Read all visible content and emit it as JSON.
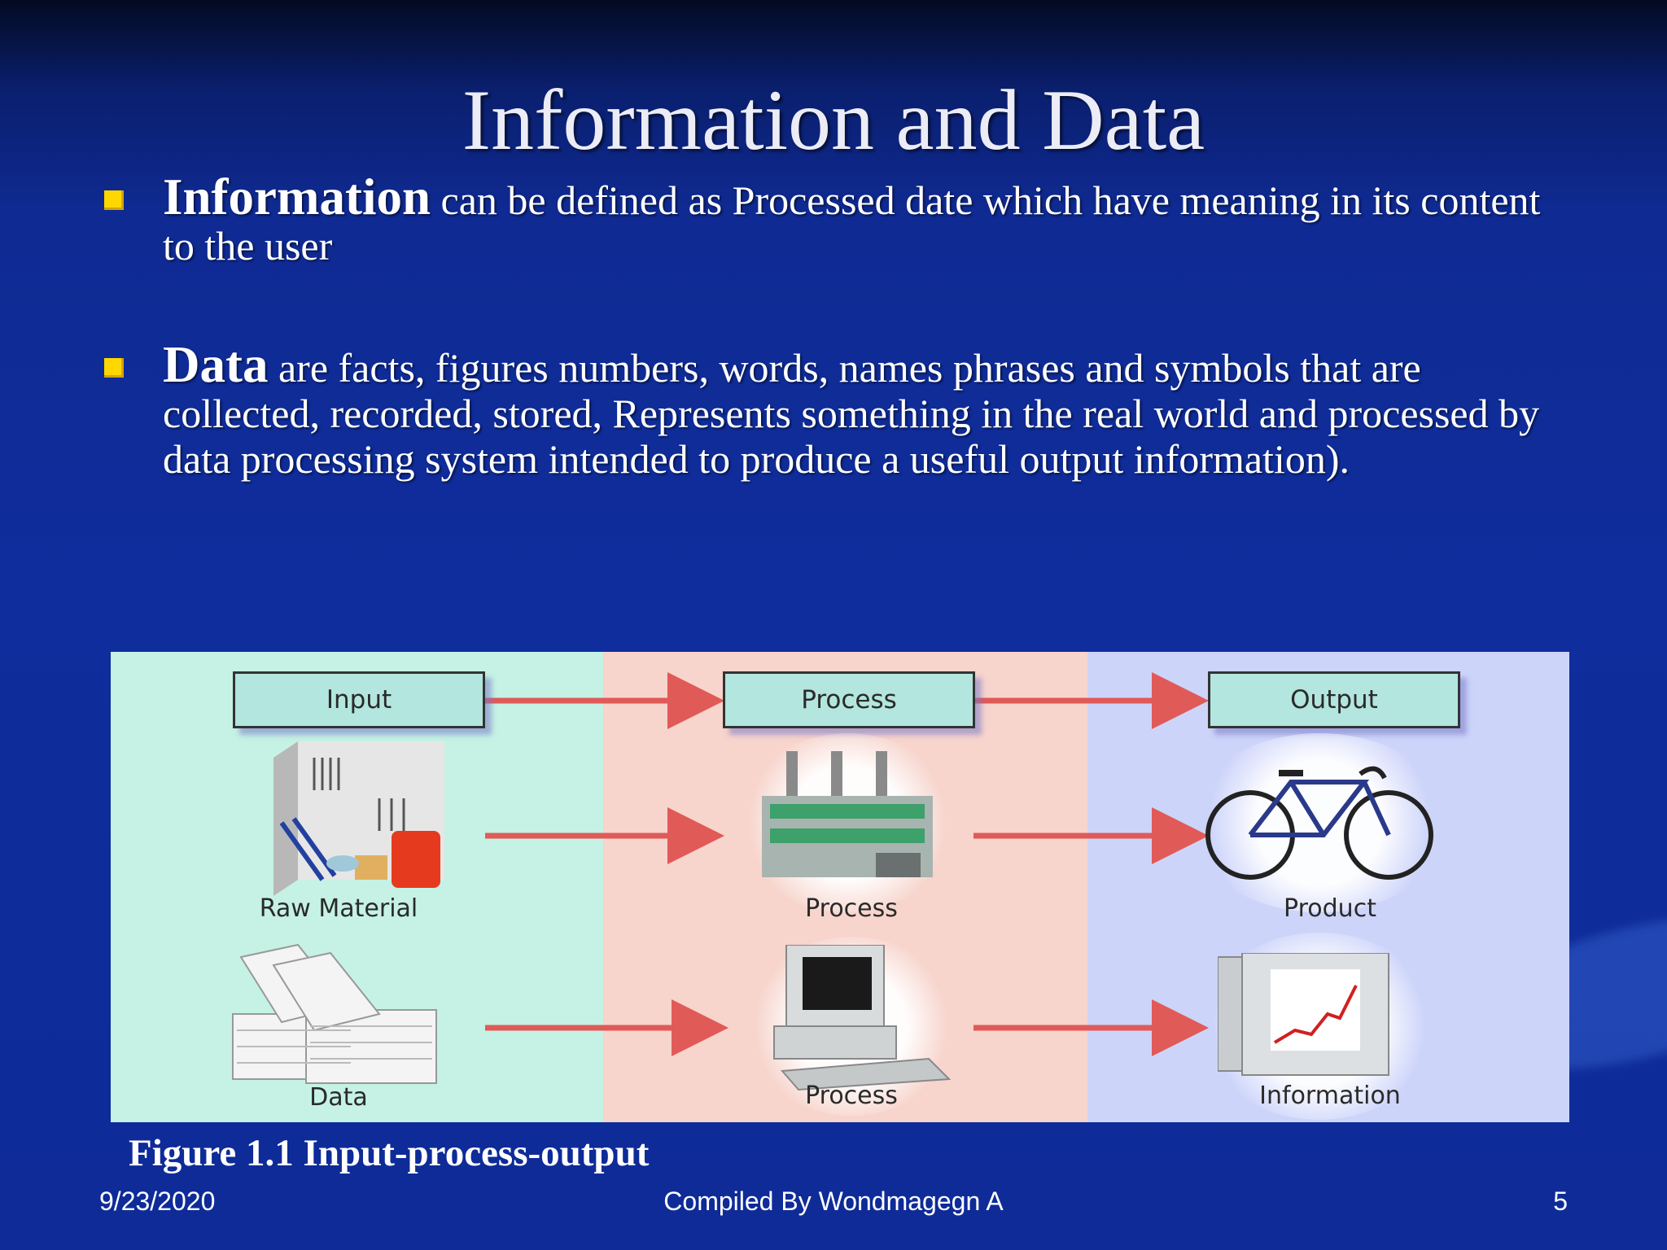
{
  "slide": {
    "title": "Information and Data",
    "bullets": [
      {
        "term": "Information",
        "text": " can be defined as Processed date which have meaning in its content to the user"
      },
      {
        "term": "Data",
        "text": " are facts, figures numbers, words, names phrases and symbols that are collected, recorded, stored, Represents something in the real world and processed by data processing system intended to produce a useful output information)."
      }
    ]
  },
  "figure": {
    "headers": {
      "input": "Input",
      "process": "Process",
      "output": "Output"
    },
    "row1": {
      "input": "Raw Material",
      "process": "Process",
      "output": "Product"
    },
    "row2": {
      "input": "Data",
      "process": "Process",
      "output": "Information"
    },
    "caption": "Figure 1.1 Input-process-output"
  },
  "footer": {
    "date": "9/23/2020",
    "author": "Compiled By Wondmagegn A",
    "page": "5"
  },
  "colors": {
    "background": "#0f2d9c",
    "bullet": "#ffd700",
    "arrow": "#e05a58",
    "input_panel": "#c5f2e4",
    "process_panel": "#f7d4cc",
    "output_panel": "#cdd4fa"
  }
}
